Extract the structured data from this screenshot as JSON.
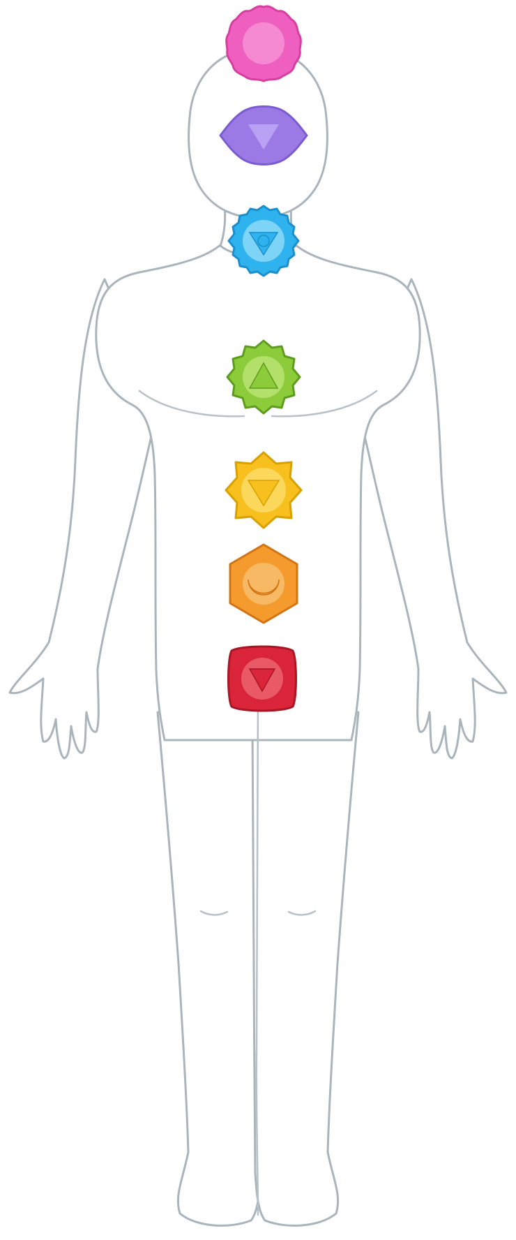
{
  "chakras": [
    {
      "id": "crown",
      "icon": "lotus-flower-icon",
      "color": "#ee5fbf",
      "inner": "#f58ad3",
      "stroke": "#d63f9f"
    },
    {
      "id": "third-eye",
      "icon": "downward-triangle-icon",
      "color": "#9b7ae6",
      "inner": "#b9a2f3",
      "stroke": "#7a5bd0"
    },
    {
      "id": "throat",
      "icon": "triangle-circle-icon",
      "color": "#2fb3ee",
      "inner": "#7dd4f7",
      "stroke": "#1a8fcc"
    },
    {
      "id": "heart",
      "icon": "upward-triangle-icon",
      "color": "#8ccc3a",
      "inner": "#b3e06a",
      "stroke": "#5e9c1e"
    },
    {
      "id": "solar-plexus",
      "icon": "downward-triangle-icon",
      "color": "#f7c01f",
      "inner": "#fbd75c",
      "stroke": "#d9a100"
    },
    {
      "id": "sacral",
      "icon": "crescent-moon-icon",
      "color": "#f59a2d",
      "inner": "#f8b964",
      "stroke": "#d27414"
    },
    {
      "id": "root",
      "icon": "downward-triangle-icon",
      "color": "#d9243a",
      "inner": "#ea5a66",
      "stroke": "#a81626"
    }
  ]
}
